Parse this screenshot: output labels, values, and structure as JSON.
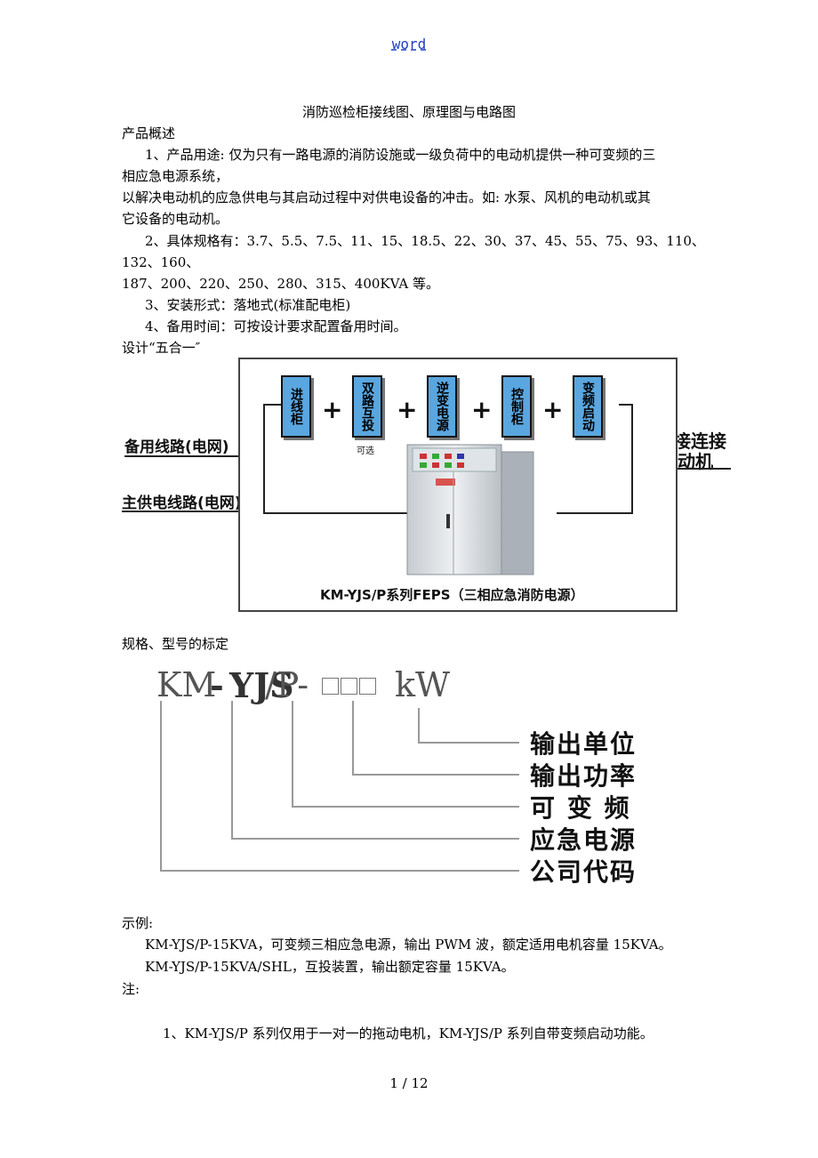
{
  "header": {
    "link": "word"
  },
  "title": "消防巡检柜接线图、原理图与电路图",
  "section_overview": "产品概述",
  "items": [
    {
      "line1": "1、产品用途: 仅为只有一路电源的消防设施或一级负荷中的电动机提供一种可变频的三",
      "line2": "相应急电源系统，",
      "line3": "以解决电动机的应急供电与其启动过程中对供电设备的冲击。如: 水泵、风机的电动机或其",
      "line4": "它设备的电动机。"
    },
    {
      "line1": "2、具体规格有：3.7、5.5、7.5、11、15、18.5、22、30、37、45、55、75、93、110、",
      "line2": "132、160、",
      "line3": "187、200、220、250、280、315、400KVA 等。"
    },
    {
      "line1": "3、安装形式：落地式(标准配电柜)"
    },
    {
      "line1": "4、备用时间：可按设计要求配置备用时间。"
    }
  ],
  "design_label": "设计“五合一″",
  "diagram": {
    "modules": [
      "进线柜",
      "双路互投",
      "逆变电源",
      "控制柜",
      "变频启动"
    ],
    "optional_note": "可选",
    "backup_line": "备用线路(电网)",
    "main_line": "主供电线路(电网)",
    "output_line1": "直接连接",
    "output_line2": "电动机",
    "caption": "KM-YJS/P系列FEPS（三相应急消防电源）"
  },
  "spec_heading": "规格、型号的标定",
  "model_code": {
    "p1": "KM",
    "p2": "-",
    "p3": "YJS",
    "p4": "/P-",
    "p5": "kW"
  },
  "code_labels": [
    "输出单位",
    "输出功率",
    "可 变 频",
    "应急电源",
    "公司代码"
  ],
  "example_heading": "示例:",
  "examples": [
    "KM-YJS/P-15KVA，可变频三相应急电源，输出 PWM 波，额定适用电机容量 15KVA。",
    "KM-YJS/P-15KVA/SHL，互投装置，输出额定容量 15KVA。"
  ],
  "note_heading": "注:",
  "notes": [
    "1、KM-YJS/P 系列仅用于一对一的拖动电机，KM-YJS/P 系列自带变频启动功能。"
  ],
  "footer": {
    "page": "1 / 12"
  }
}
